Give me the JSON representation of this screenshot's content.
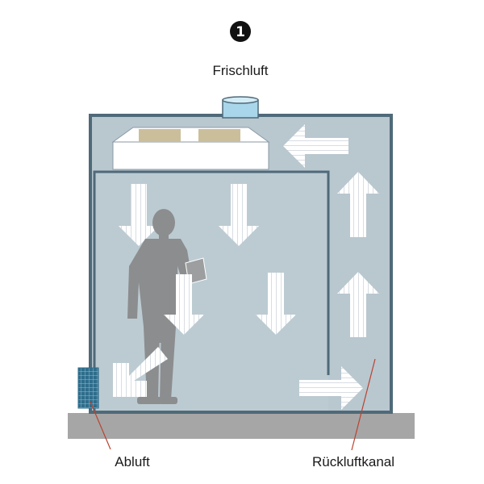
{
  "diagram": {
    "step_number": "1",
    "labels": {
      "fresh_air": "Frischluft",
      "exhaust_air": "Abluft",
      "return_duct": "Rückluftkanal"
    },
    "colors": {
      "wall": "#4f6a79",
      "room_fill": "#b9c7cf",
      "floor": "#a6a6a6",
      "person": "#8c8d8f",
      "filter_panel": "#cbbf9b",
      "fresh_air_inlet": "#a9d6ea",
      "exhaust_grille": "#2e6d8c",
      "leader_line": "#b9432f",
      "arrow": "#ffffff"
    },
    "icons": [
      "step-badge",
      "person-figure",
      "flow-arrow"
    ]
  }
}
